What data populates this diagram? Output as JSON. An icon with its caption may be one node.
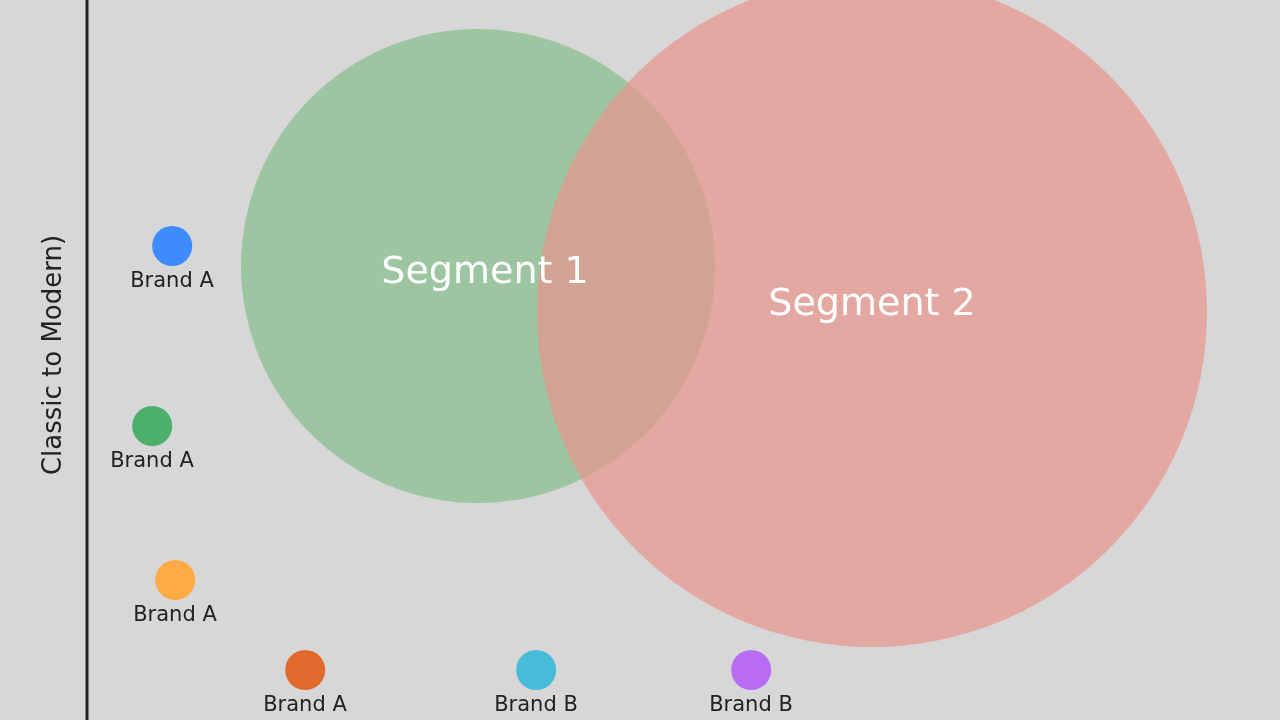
{
  "diagram": {
    "nodes": [
      {
        "text": [
          "Segment 1"
        ]
      },
      {
        "text": [
          "Segment 2"
        ]
      },
      {
        "text": [
          "Brand A"
        ]
      },
      {
        "text": [
          "Brand A"
        ]
      },
      {
        "text": [
          "Brand A"
        ]
      },
      {
        "text": [
          "Brand A"
        ]
      },
      {
        "text": [
          "Brand B"
        ]
      },
      {
        "text": [
          "Brand B"
        ]
      }
    ],
    "edges": [],
    "labels": [
      "Classic to Modern)"
    ]
  }
}
